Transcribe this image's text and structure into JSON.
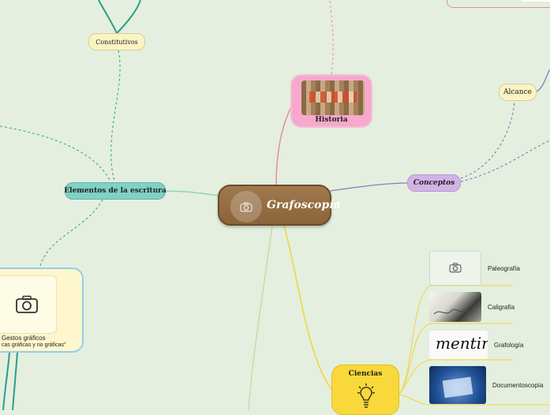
{
  "map": {
    "central": {
      "title": "Grafoscopía",
      "icon": "camera-icon"
    },
    "branches": {
      "historia": {
        "label": "Historia",
        "color": "#f6a9cc"
      },
      "conceptos": {
        "label": "Conceptos",
        "color": "#d2b3e6"
      },
      "alcance": {
        "label": "Alcance"
      },
      "elementos": {
        "label": "Elementos de la escritura",
        "color": "#7fd2c5"
      },
      "constitutivos": {
        "label": "Constitutivos"
      },
      "gestos": {
        "title": "Gestos gráficos",
        "subtitle": "cas gráficas y no gráficas\"",
        "icon": "camera-icon"
      },
      "ciencias": {
        "label": "Ciencias",
        "icon": "lightbulb-icon",
        "color": "#f8d83a"
      }
    },
    "ciencias_items": [
      {
        "label": "Paleografía",
        "icon": "camera-icon"
      },
      {
        "label": "Caligrafía"
      },
      {
        "label": "Grafología",
        "image_text": "mentira"
      },
      {
        "label": "Documentoscopía"
      }
    ]
  }
}
